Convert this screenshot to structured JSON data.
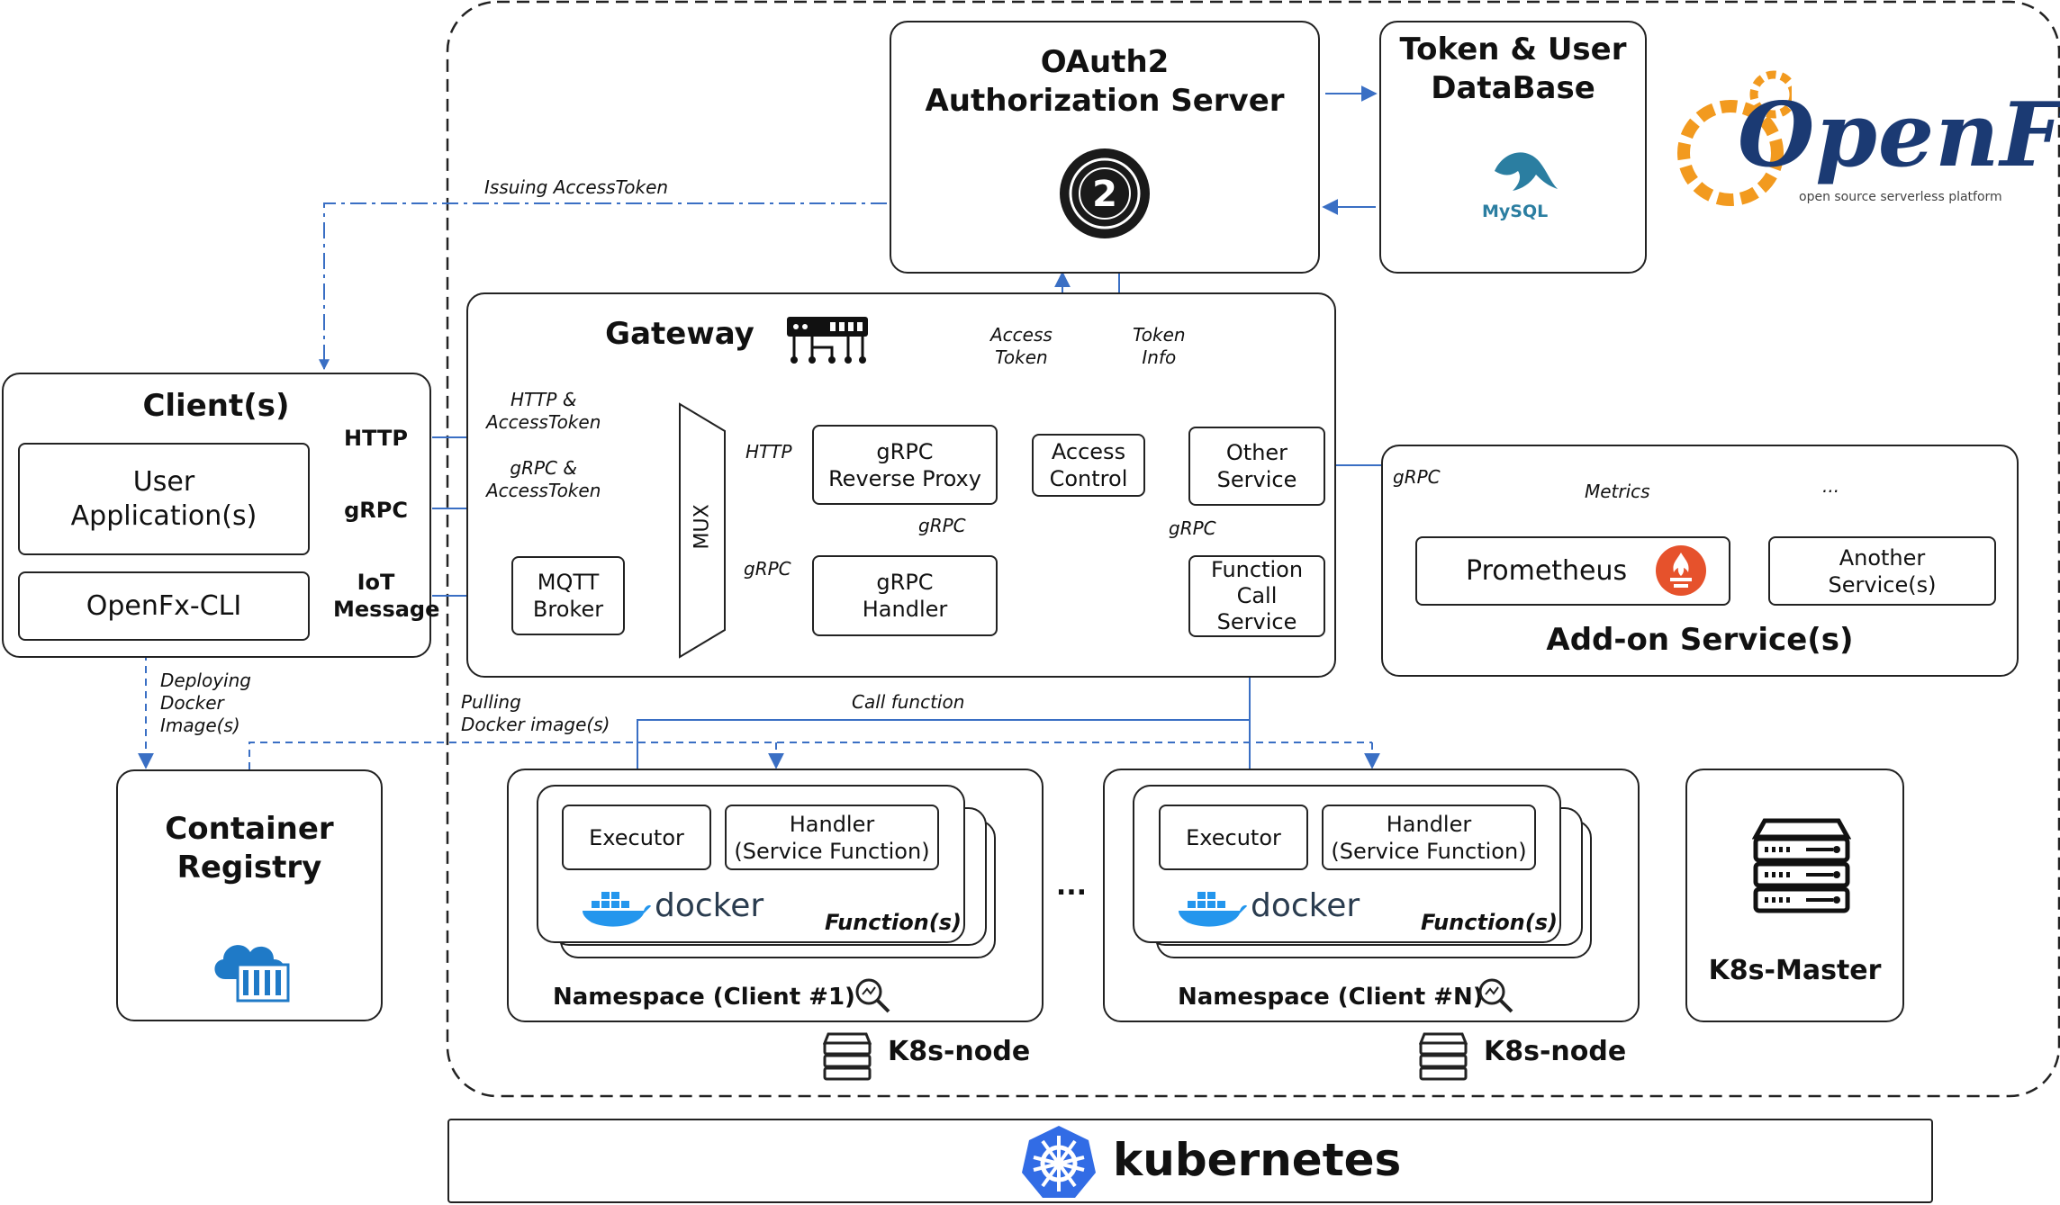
{
  "oauth": {
    "title_line1": "OAuth2",
    "title_line2": "Authorization Server",
    "badge": "2"
  },
  "tokendb": {
    "title_line1": "Token & User",
    "title_line2": "DataBase",
    "mysql": "MySQL"
  },
  "brand": {
    "logo_text": "OpenFx",
    "tagline": "open source serverless platform"
  },
  "client": {
    "title": "Client(s)",
    "user_app_line1": "User",
    "user_app_line2": "Application(s)",
    "cli": "OpenFx-CLI",
    "proto_http": "HTTP",
    "proto_grpc": "gRPC",
    "proto_iot_line1": "IoT",
    "proto_iot_line2": "Message"
  },
  "gateway": {
    "title": "Gateway",
    "mux": "MUX",
    "mqtt_line1": "MQTT",
    "mqtt_line2": "Broker",
    "rproxy_line1": "gRPC",
    "rproxy_line2": "Reverse Proxy",
    "handler_line1": "gRPC",
    "handler_line2": "Handler",
    "access_line1": "Access",
    "access_line2": "Control",
    "other_line1": "Other",
    "other_line2": "Service",
    "fcs_line1": "Function",
    "fcs_line2": "Call",
    "fcs_line3": "Service"
  },
  "addon": {
    "title": "Add-on Service(s)",
    "prometheus": "Prometheus",
    "another_line1": "Another",
    "another_line2": "Service(s)"
  },
  "registry": {
    "title_line1": "Container",
    "title_line2": "Registry"
  },
  "namespace1": {
    "label": "Namespace (Client #1)",
    "node": "K8s-node"
  },
  "namespaceN": {
    "label": "Namespace (Client #N)",
    "node": "K8s-node"
  },
  "function_box": {
    "executor": "Executor",
    "handler_line1": "Handler",
    "handler_line2": "(Service Function)",
    "functions": "Function(s)",
    "docker": "docker"
  },
  "between_nodes": "...",
  "master": {
    "title": "K8s-Master"
  },
  "k8s": {
    "label": "kubernetes"
  },
  "edges": {
    "issuing": "Issuing AccessToken",
    "http_token_1": "HTTP  &",
    "http_token_2": "AccessToken",
    "grpc_token_1": "gRPC &",
    "grpc_token_2": "AccessToken",
    "mux_http": "HTTP",
    "mux_grpc": "gRPC",
    "proxy_grpc": "gRPC",
    "access_token_1": "Access",
    "access_token_2": "Token",
    "token_info_1": "Token",
    "token_info_2": "Info",
    "other_grpc": "gRPC",
    "fcs_grpc": "gRPC",
    "metrics": "Metrics",
    "ellipsis": "...",
    "call_function": "Call function",
    "deploy_1": "Deploying",
    "deploy_2": "Docker",
    "deploy_3": "Image(s)",
    "pull_1": "Pulling",
    "pull_2": "Docker image(s)"
  },
  "colors": {
    "arrow": "#3a6fc4",
    "orange": "#f29a1f",
    "navy": "#1b3a73",
    "k8s_blue": "#326ce5",
    "prom": "#e6522c",
    "docker": "#2496ed"
  }
}
